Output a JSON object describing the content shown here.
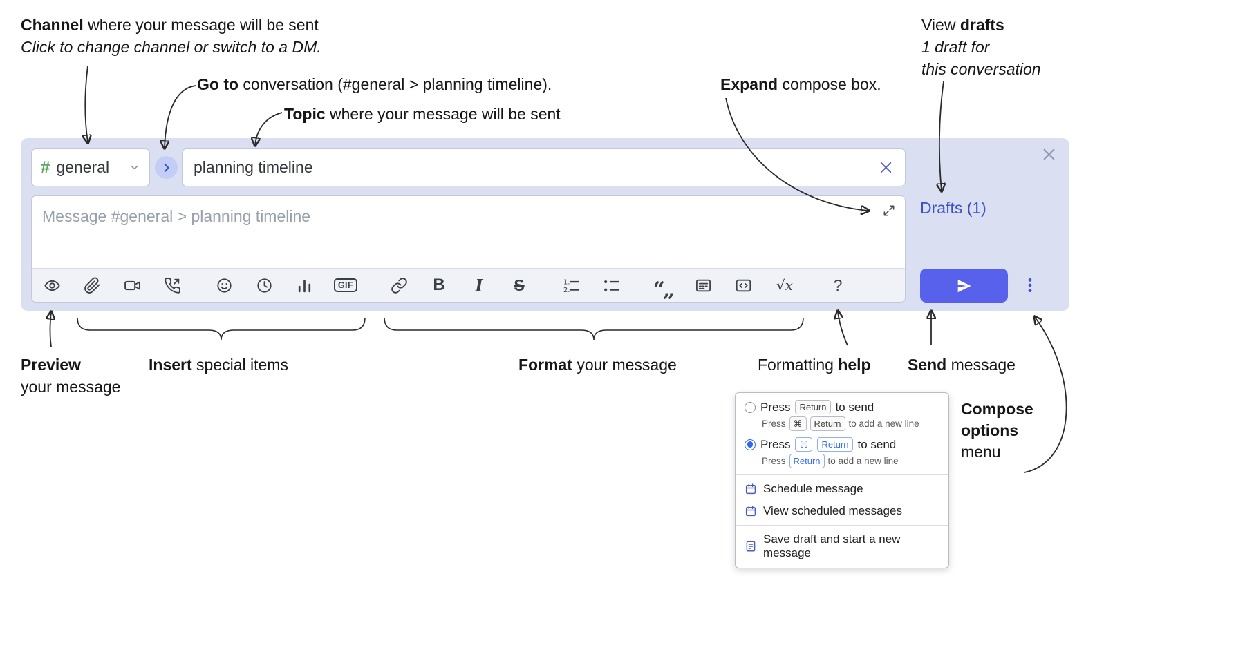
{
  "annotations": {
    "channel": {
      "bold": "Channel",
      "rest": " where your message will be sent",
      "line2": "Click to change channel or switch to a DM."
    },
    "goto": {
      "bold": "Go to",
      "rest": " conversation (#general > planning timeline)."
    },
    "topic": {
      "bold": "Topic",
      "rest": " where your message will be sent"
    },
    "expand": {
      "bold": "Expand",
      "rest": " compose box."
    },
    "drafts": {
      "pre": "View ",
      "bold": "drafts",
      "line2": "1 draft for",
      "line3": "this conversation"
    },
    "preview": {
      "bold": "Preview",
      "line2": "your message"
    },
    "insert": {
      "bold": "Insert",
      "rest": " special items"
    },
    "format": {
      "bold": "Format",
      "rest": " your message"
    },
    "formatting_help": {
      "pre": "Formatting ",
      "bold": "help"
    },
    "send": {
      "bold": "Send",
      "rest": " message"
    },
    "compose_options": {
      "bold1": "Compose",
      "bold2": "options",
      "line3": "menu"
    }
  },
  "compose": {
    "channel_hash": "#",
    "channel_name": "general",
    "topic_value": "planning timeline",
    "message_placeholder": "Message #general > planning timeline",
    "drafts_link": "Drafts (1)",
    "toolbar": {
      "gif_label": "GIF",
      "bold_label": "B",
      "italic_label": "I",
      "strike_label": "S",
      "quote_label": "“„",
      "math_label": "√x",
      "help_label": "?"
    }
  },
  "menu": {
    "option1": {
      "pre": "Press",
      "key1": "Return",
      "post": "to send",
      "sub_pre": "Press",
      "sub_key1": "⌘",
      "sub_key2": "Return",
      "sub_post": "to add a new line"
    },
    "option2": {
      "pre": "Press",
      "key1": "⌘",
      "key2": "Return",
      "post": "to send",
      "sub_pre": "Press",
      "sub_key1": "Return",
      "sub_post": "to add a new line"
    },
    "items": [
      {
        "label": "Schedule message"
      },
      {
        "label": "View scheduled messages"
      },
      {
        "label": "Save draft and start a new message"
      }
    ]
  },
  "colors": {
    "compose_bg": "#dbdff2",
    "accent_send": "#5761ec",
    "link_indigo": "#3f51c9",
    "channel_hash_green": "#5ea55e",
    "key_selected_blue": "#3b6ef5"
  }
}
